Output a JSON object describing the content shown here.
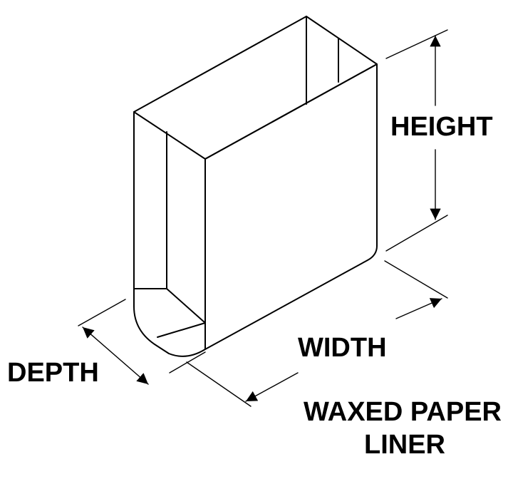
{
  "labels": {
    "height": "HEIGHT",
    "width": "WIDTH",
    "depth": "DEPTH",
    "title_line1": "WAXED PAPER",
    "title_line2": "LINER"
  },
  "colors": {
    "line": "#000000",
    "background": "#ffffff"
  }
}
